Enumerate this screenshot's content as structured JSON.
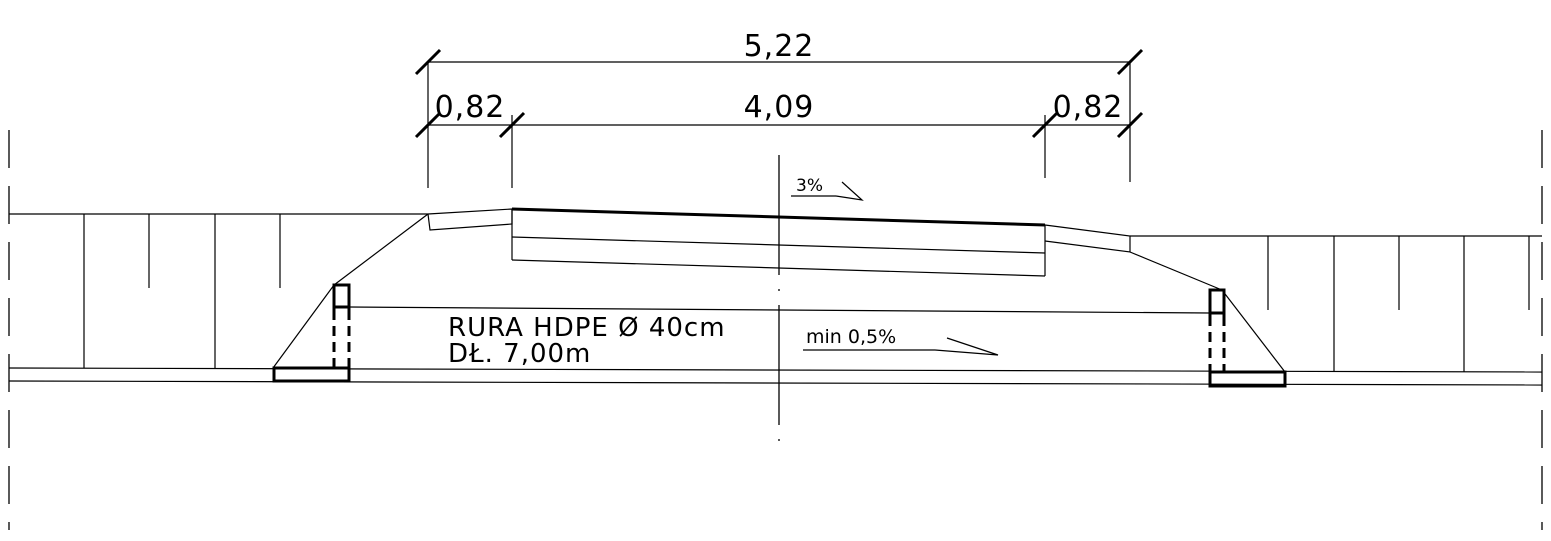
{
  "dimensions": {
    "total": "5,22",
    "left_shoulder": "0,82",
    "carriageway": "4,09",
    "right_shoulder": "0,82"
  },
  "slopes": {
    "road_slope": "3%",
    "pipe_slope": "min  0,5%"
  },
  "pipe_note": {
    "line1": "RURA  HDPE Ø 40cm",
    "line2": "DŁ.  7,00m"
  }
}
